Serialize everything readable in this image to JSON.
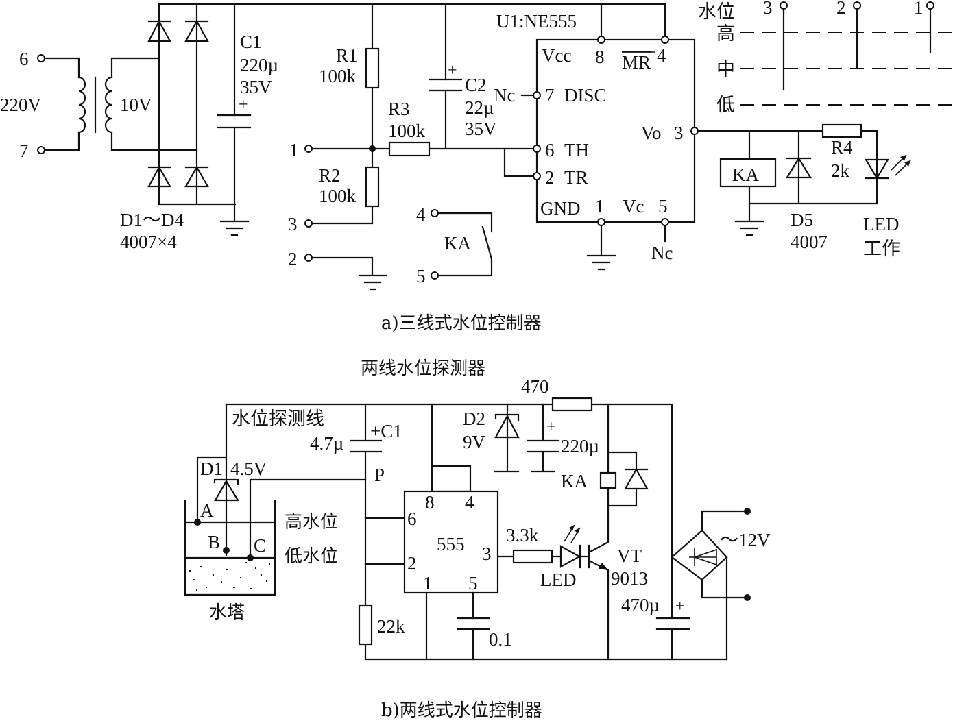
{
  "diagram_a": {
    "caption": "a)三线式水位控制器",
    "transformer": {
      "primary_voltage": "220V",
      "secondary_voltage": "10V",
      "terminal_6": "6",
      "terminal_7": "7"
    },
    "rectifier": {
      "label": "D1～D4",
      "part": "4007×4"
    },
    "c1": {
      "name": "C1",
      "value": "220µ",
      "voltage": "35V",
      "polarity": "+"
    },
    "r1": {
      "name": "R1",
      "value": "100k"
    },
    "r2": {
      "name": "R2",
      "value": "100k"
    },
    "r3": {
      "name": "R3",
      "value": "100k"
    },
    "c2": {
      "name": "C2",
      "value": "22µ",
      "voltage": "35V",
      "polarity": "+"
    },
    "terminals": {
      "t1": "1",
      "t2": "2",
      "t3": "3",
      "t4": "4",
      "t5": "5"
    },
    "relay_contact": "KA",
    "ic": {
      "name": "U1:NE555",
      "vcc": "Vcc",
      "pin8": "8",
      "mr": "MR",
      "pin4": "4",
      "nc_disc": "Nc",
      "pin7": "7",
      "disc": "DISC",
      "vo": "Vo",
      "pin3": "3",
      "pin6": "6",
      "th": "TH",
      "pin2": "2",
      "tr": "TR",
      "gnd": "GND",
      "pin1": "1",
      "vc": "Vc",
      "pin5": "5",
      "nc_vc": "Nc"
    },
    "water_level": {
      "title": "水位",
      "high": "高",
      "mid": "中",
      "low": "低",
      "probe3": "3",
      "probe2": "2",
      "probe1": "1"
    },
    "relay_coil": "KA",
    "d5": {
      "name": "D5",
      "part": "4007"
    },
    "r4": {
      "name": "R4",
      "value": "2k"
    },
    "led": {
      "name": "LED",
      "desc": "工作"
    }
  },
  "diagram_b": {
    "title": "两线水位探测器",
    "caption": "b)两线式水位控制器",
    "probe_line": "水位探测线",
    "c1": {
      "name": "+C1",
      "value": "4.7µ"
    },
    "d1": {
      "name": "D1",
      "value": "4.5V"
    },
    "node_p": "P",
    "tank": {
      "label": "水塔",
      "a": "A",
      "b": "B",
      "c": "C"
    },
    "high_level": "高水位",
    "low_level": "低水位",
    "r_22k": "22k",
    "ic": {
      "name": "555",
      "pin8": "8",
      "pin4": "4",
      "pin6": "6",
      "pin2": "2",
      "pin3": "3",
      "pin1": "1",
      "pin5": "5"
    },
    "c_01": "0.1",
    "r_33k": "3.3k",
    "led": "LED",
    "transistor": {
      "name": "VT",
      "part": "9013"
    },
    "r_470": "470",
    "d2": {
      "name": "D2",
      "value": "9V"
    },
    "c_220": {
      "value": "220µ",
      "polarity": "+"
    },
    "relay": "KA",
    "c_470": {
      "value": "470µ",
      "polarity": "+"
    },
    "supply": "～12V"
  }
}
